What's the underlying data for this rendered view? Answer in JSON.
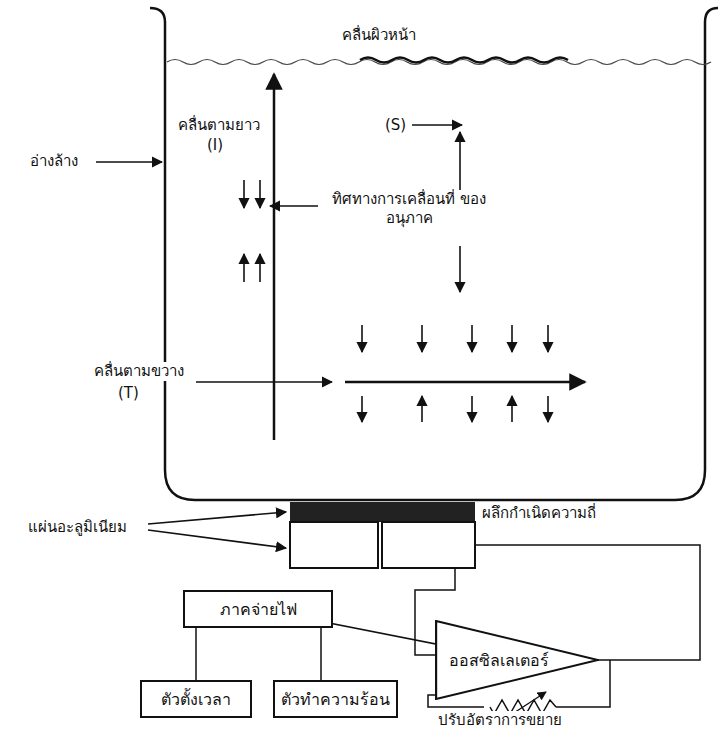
{
  "diagram": {
    "nodes": [
      {
        "text": [
          "ภาคจ่ายไฟ"
        ]
      },
      {
        "text": [
          "ตัวตั้งเวลา"
        ]
      },
      {
        "text": [
          "ตัวทำความร้อน"
        ]
      },
      {
        "text": [
          "ออสซิลเลเตอร์"
        ]
      }
    ],
    "edges": [
      {
        "from": 0,
        "to": 1,
        "arrow": "none"
      },
      {
        "from": 0,
        "to": 2,
        "arrow": "none"
      },
      {
        "from": 0,
        "to": 3,
        "arrow": "none"
      }
    ],
    "labels": [
      "คลื่นผิวหน้า",
      "(S)",
      "คลื่นตามยาว",
      "(I)",
      "อ่างล้าง",
      "ทิศทางการเคลื่อนที่ ของอนุภาค",
      "คลื่นตามขวาง",
      "(T)",
      "แผ่นอะลูมิเนียม",
      "ผลึกกำเนิดความถี่",
      "ปรับอัตราการขยาย"
    ]
  }
}
